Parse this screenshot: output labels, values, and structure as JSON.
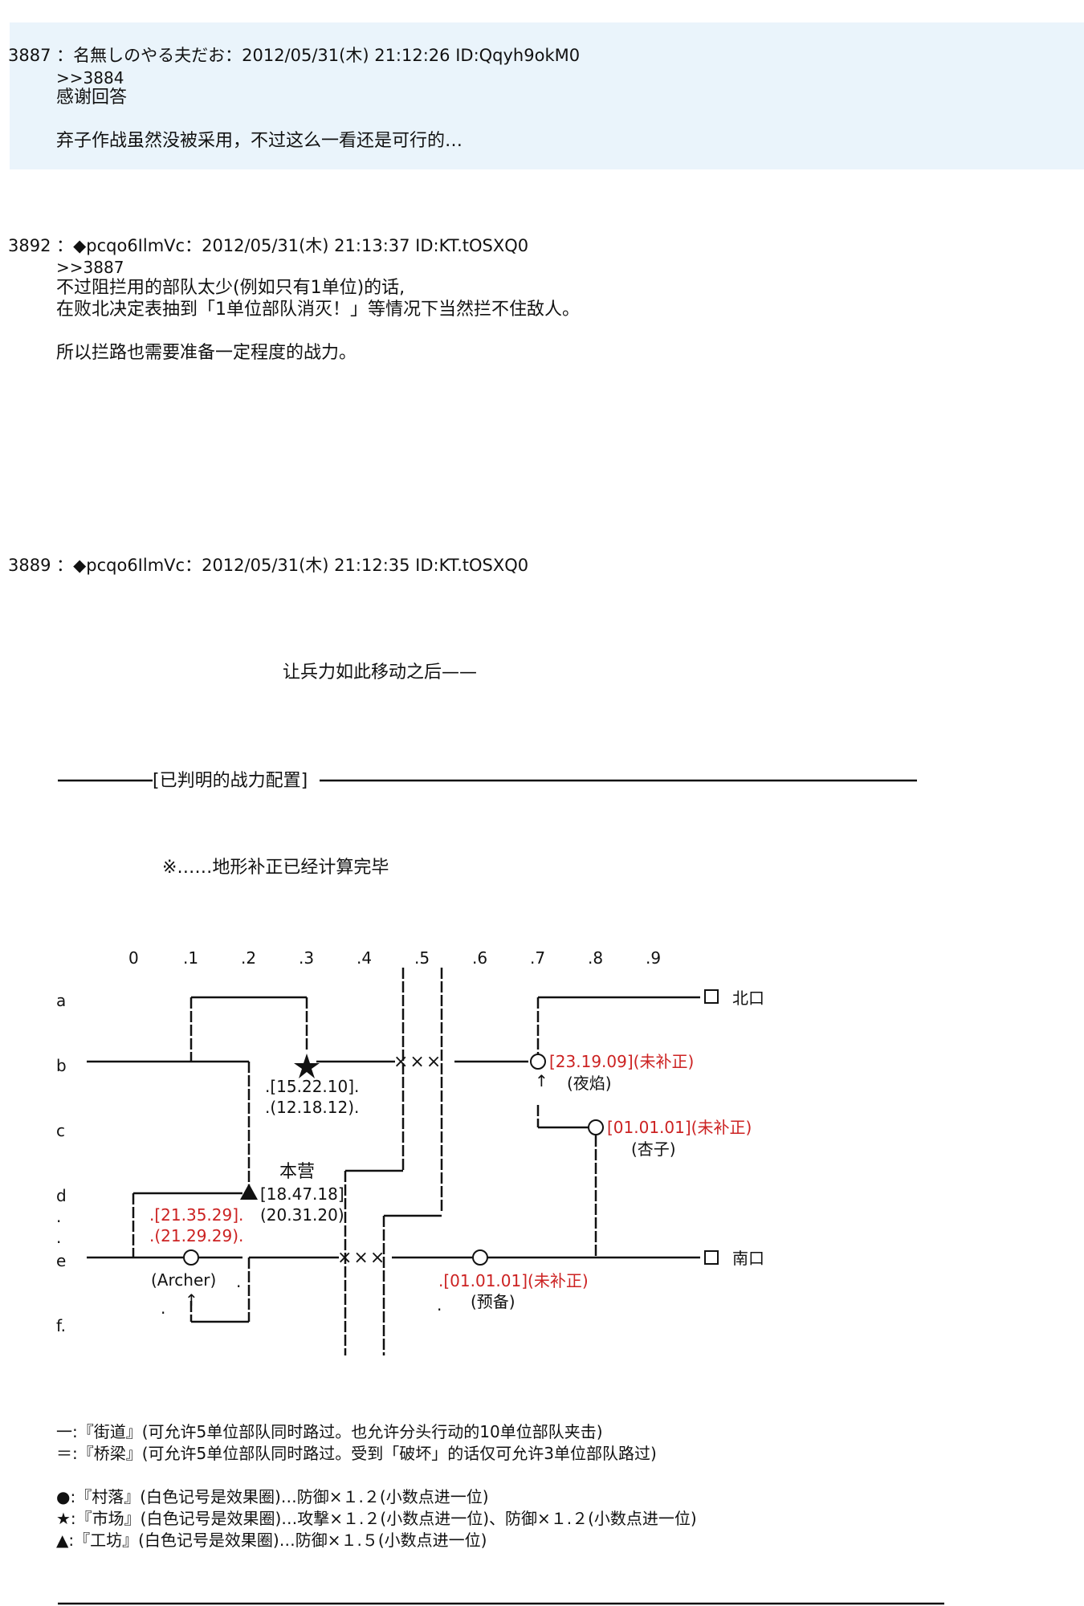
{
  "posts": [
    {
      "header": "3887 ：名無しのやる夫だお：2012/05/31(木) 21:12:26 ID:Qqyh9okM0",
      "reply_link": ">>3884",
      "lines": [
        "感谢回答",
        "",
        "弃子作战虽然没被采用，不过这么一看还是可行的…"
      ]
    },
    {
      "header": "3892 ：◆pcqo6IlmVc：2012/05/31(木) 21:13:37 ID:KT.tOSXQ0",
      "reply_link": ">>3887",
      "lines": [
        "不过阻拦用的部队太少(例如只有1单位)的话,",
        "在败北决定表抽到「1单位部队消灭！」等情况下当然拦不住敌人。",
        "",
        "所以拦路也需要准备一定程度的战力。"
      ]
    },
    {
      "header": "3889 ：◆pcqo6IlmVc：2012/05/31(木) 21:12:35 ID:KT.tOSXQ0",
      "intro": "让兵力如此移动之后——",
      "section_title": "[已判明的战力配置]",
      "note": "※……地形补正已经计算完毕"
    }
  ],
  "map": {
    "col_labels": [
      "0",
      ".1",
      ".2",
      ".3",
      ".4",
      ".5",
      ".6",
      ".7",
      ".8",
      ".9"
    ],
    "row_labels": [
      "a",
      "b",
      "c",
      "d",
      ".",
      ".",
      "e",
      "f."
    ],
    "labels": {
      "market_vals_1": ".[15.22.10].",
      "market_vals_2": ".(12.18.12).",
      "hq_title": "本营",
      "hq_vals_1": "[18.47.18]",
      "hq_vals_2": "(20.31.20)",
      "archer_vals_1": ".[21.35.29].",
      "archer_vals_2": ".(21.29.29).",
      "archer_name": "(Archer)",
      "yaen_vals": "[23.19.09](未补正)",
      "yaen_name": "(夜焰)",
      "kyoko_vals": "[01.01.01](未补正)",
      "kyoko_name": "(杏子)",
      "reserve_vals": ".[01.01.01](未补正)",
      "reserve_name": "(预备)",
      "north_exit": "北口",
      "south_exit": "南口",
      "bridge_marks_top": "×××",
      "bridge_marks_bottom": "×××",
      "arrow_up": "↑",
      "dot": "."
    }
  },
  "legend": [
    "一:『街道』(可允许5单位部队同时路过。也允许分头行动的10单位部队夹击)",
    "＝:『桥梁』(可允许5单位部队同时路过。受到「破坏」的话仅可允许3单位部队路过)",
    "●:『村落』(白色记号是效果圈)…防御×１.２(小数点进一位)",
    "★:『市场』(白色记号是效果圈)…攻撃×１.２(小数点进一位)、防御×１.２(小数点进一位)",
    "▲:『工坊』(白色记号是效果圈)…防御×１.５(小数点进一位)"
  ],
  "colors": {
    "post_bg": "#eaf4fb",
    "unadjusted_red": "#cc2222"
  }
}
